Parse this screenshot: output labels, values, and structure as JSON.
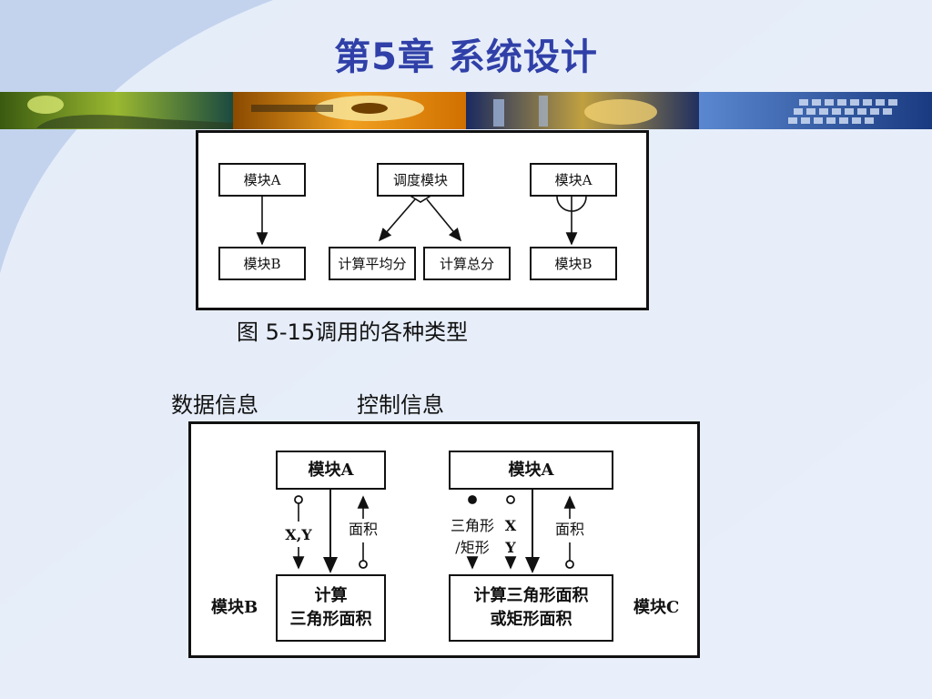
{
  "slide": {
    "title": "第5章 系统设计",
    "colors": {
      "title": "#3040a8",
      "background": "#e3ebf8",
      "swoosh": "#ffffff"
    }
  },
  "banner": {
    "images": [
      "plant-on-laptop",
      "hard-disk",
      "lab-glassware",
      "keyboard"
    ]
  },
  "figure1": {
    "caption": "图 5-15调用的各种类型",
    "boxes": {
      "module_a_left": "模块A",
      "module_b_left": "模块B",
      "dispatcher": "调度模块",
      "calc_average": "计算平均分",
      "calc_total": "计算总分",
      "module_a_right": "模块A",
      "module_b_right": "模块B"
    }
  },
  "labels": {
    "data_info": "数据信息",
    "control_info": "控制信息"
  },
  "figure2": {
    "left": {
      "top_box": "模块A",
      "bottom_box": "计算\n三角形面积",
      "side_label": "模块B",
      "down_param": "X,Y",
      "up_param": "面积"
    },
    "right": {
      "top_box": "模块A",
      "bottom_box": "计算三角形面积\n或矩形面积",
      "side_label": "模块C",
      "control_param": "三角形\n/矩形",
      "data_param": "X\nY",
      "up_param": "面积"
    }
  }
}
